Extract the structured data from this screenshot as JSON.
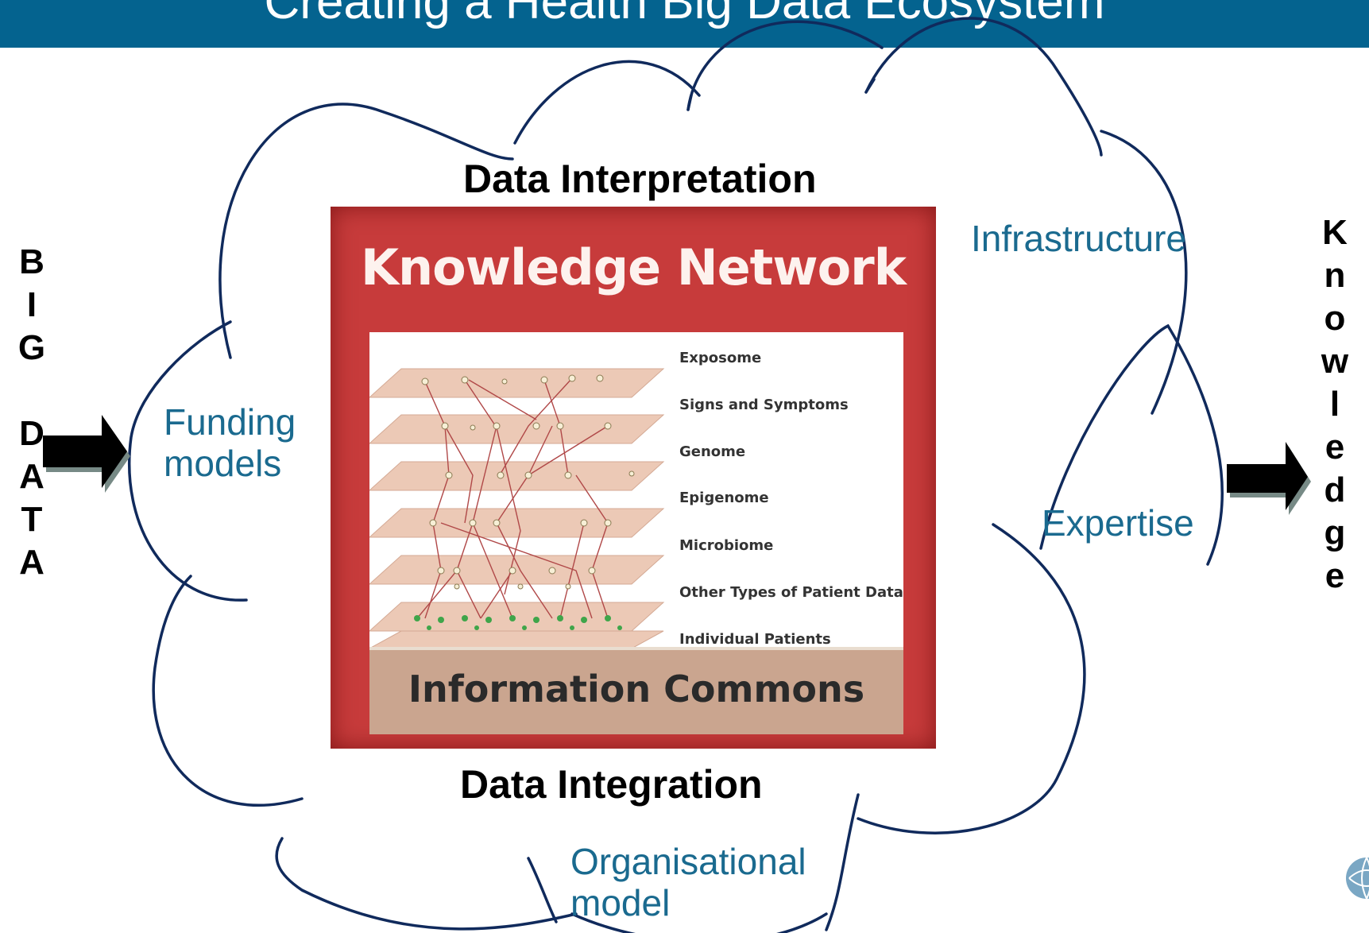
{
  "header": {
    "title": "Creating a Health Big Data Ecosystem"
  },
  "left_flow": {
    "letters": [
      "B",
      "I",
      "G",
      "",
      "D",
      "A",
      "T",
      "A"
    ]
  },
  "right_flow": {
    "letters": [
      "K",
      "n",
      "o",
      "w",
      "l",
      "e",
      "d",
      "g",
      "e"
    ]
  },
  "cloud": {
    "top_heading": "Data Interpretation",
    "bottom_heading": "Data Integration",
    "labels": {
      "funding_line1": "Funding",
      "funding_line2": "models",
      "infrastructure": "Infrastructure",
      "expertise": "Expertise",
      "org_line1": "Organisational",
      "org_line2": "model"
    }
  },
  "knowledge_network": {
    "title": "Knowledge Network",
    "layers": [
      "Exposome",
      "Signs and Symptoms",
      "Genome",
      "Epigenome",
      "Microbiome",
      "Other Types of Patient Data",
      "Individual Patients"
    ],
    "foundation": "Information Commons"
  },
  "colors": {
    "header_bg": "#04638f",
    "cloud_stroke": "#102a5c",
    "label_blue": "#1a6a8f",
    "panel_red": "#c73b3b",
    "commons_tan": "#caa58f"
  },
  "icons": {
    "input_arrow": "right-arrow-icon",
    "output_arrow": "right-arrow-icon",
    "logo": "globe-logo"
  }
}
